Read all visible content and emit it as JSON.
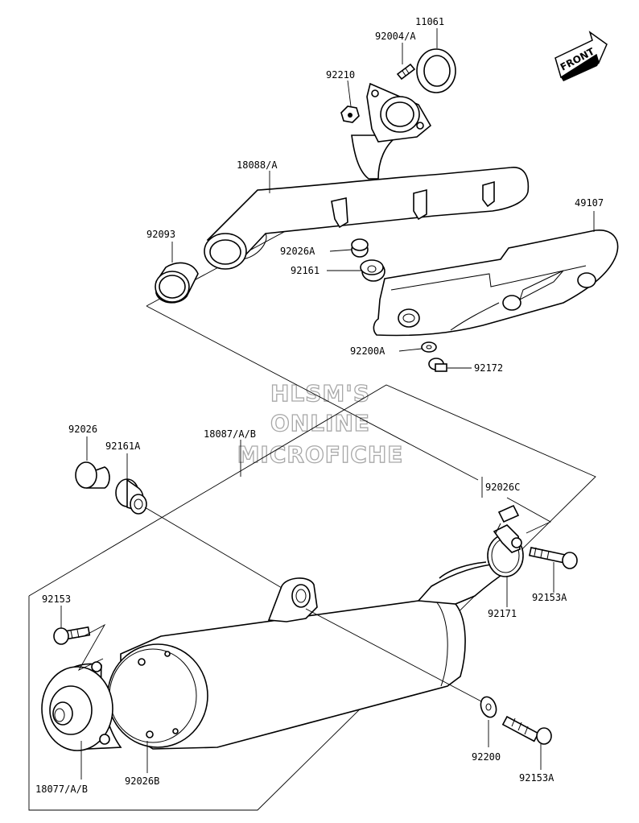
{
  "front_label": "FRONT",
  "watermark": [
    "HLSM'S",
    "ONLINE",
    "MICROFICHE"
  ],
  "callouts": {
    "p11061": "11061",
    "p92004": "92004/A",
    "p92210": "92210",
    "p18088": "18088/A",
    "p49107": "49107",
    "p92093": "92093",
    "p92026A": "92026A",
    "p92161": "92161",
    "p92200A": "92200A",
    "p92172": "92172",
    "p92026": "92026",
    "p18087": "18087/A/B",
    "p92161A": "92161A",
    "p92026C": "92026C",
    "p92153": "92153",
    "p92153A_upper": "92153A",
    "p92171": "92171",
    "p92200": "92200",
    "p92153A_lower": "92153A",
    "p18077": "18077/A/B",
    "p92026B": "92026B"
  }
}
